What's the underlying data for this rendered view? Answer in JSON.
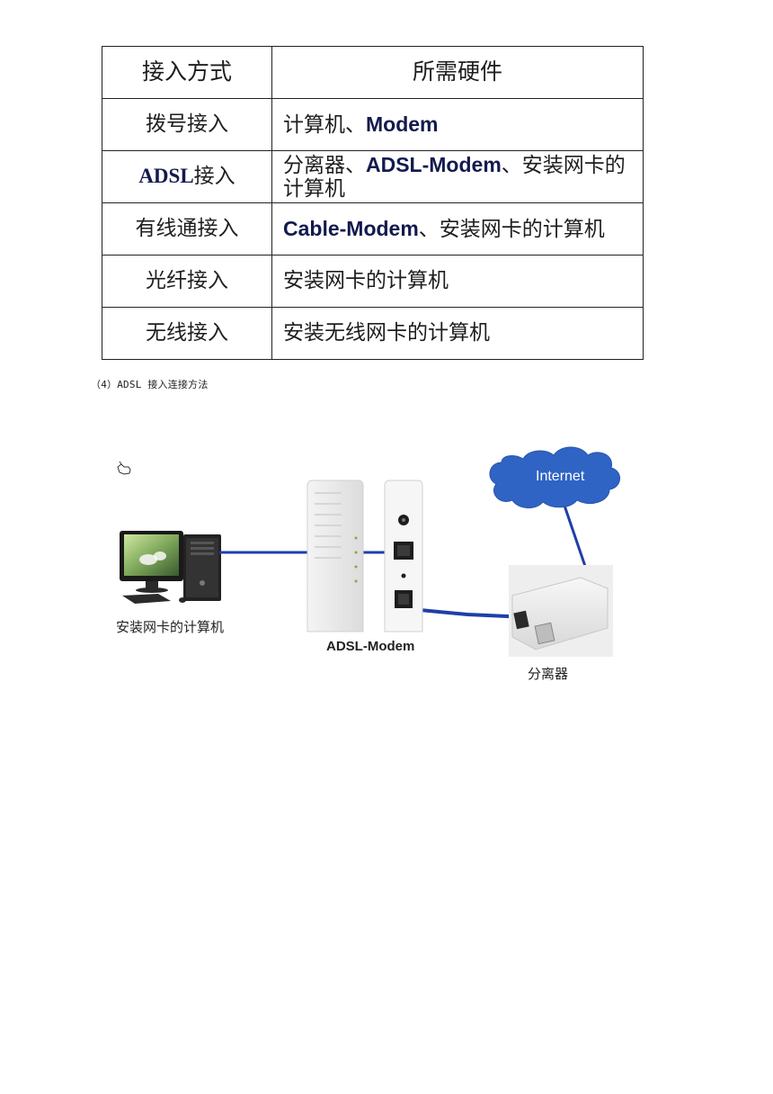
{
  "table": {
    "header": {
      "method": "接入方式",
      "hardware": "所需硬件"
    },
    "rows": [
      {
        "method": "拨号接入",
        "method_en": "",
        "method_cn": "",
        "hw_cn_pre": "计算机、",
        "hw_en": "Modem",
        "hw_cn_post": ""
      },
      {
        "method": "",
        "method_en": "ADSL",
        "method_cn": "接入",
        "hw_cn_pre": "分离器、",
        "hw_en": "ADSL-Modem",
        "hw_cn_post": "、安装网卡的计算机"
      },
      {
        "method": "有线通接入",
        "method_en": "",
        "method_cn": "",
        "hw_cn_pre": "",
        "hw_en": "Cable-Modem",
        "hw_cn_post": "、安装网卡的计算机"
      },
      {
        "method": "光纤接入",
        "method_en": "",
        "method_cn": "",
        "hw_cn_pre": "安装网卡的计算机",
        "hw_en": "",
        "hw_cn_post": ""
      },
      {
        "method": "无线接入",
        "method_en": "",
        "method_cn": "",
        "hw_cn_pre": "安装无线网卡的计算机",
        "hw_en": "",
        "hw_cn_post": ""
      }
    ]
  },
  "caption": "（4）ADSL 接入连接方法",
  "diagram": {
    "computer_label": "安装网卡的计算机",
    "modem_label": "ADSL-Modem",
    "splitter_label": "分离器",
    "cloud_label": "Internet",
    "cable_color": "#1f3fa8",
    "cloud_color": "#2f63c4"
  }
}
